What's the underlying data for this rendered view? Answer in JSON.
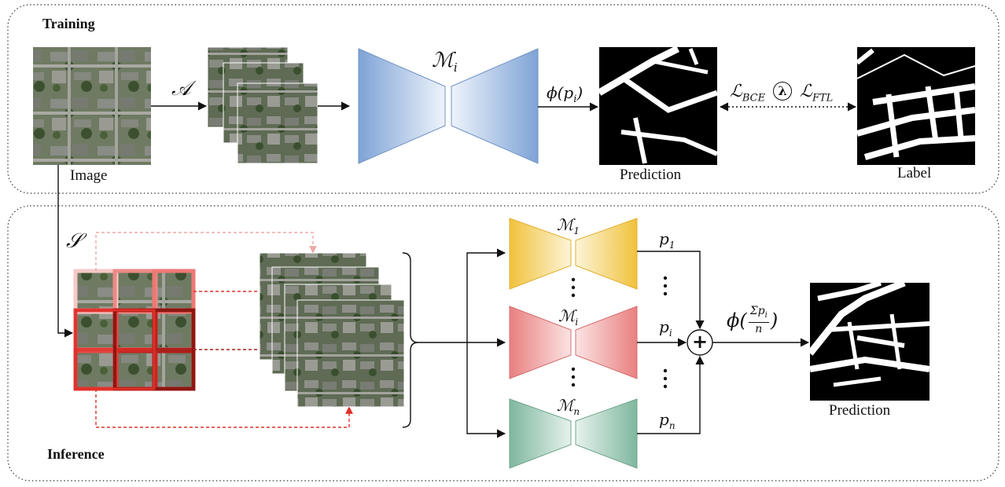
{
  "sections": {
    "training_title": "Training",
    "inference_title": "Inference"
  },
  "labels": {
    "image": "Image",
    "prediction_train": "Prediction",
    "label": "Label",
    "prediction_infer": "Prediction"
  },
  "math": {
    "augment": "𝒜",
    "split": "𝒮",
    "model_train": "ℳ",
    "model_train_sub": "i",
    "phi_train": "ϕ(p",
    "phi_train_sub": "i",
    "phi_train_close": ")",
    "loss_bce": "ℒ",
    "loss_bce_sub": "BCE",
    "lambda": "λ",
    "loss_ftl": "ℒ",
    "loss_ftl_sub": "FTL",
    "model_1": "ℳ",
    "model_1_sub": "1",
    "model_i": "ℳ",
    "model_i_sub": "i",
    "model_n": "ℳ",
    "model_n_sub": "n",
    "p_1": "p",
    "p_1_sub": "1",
    "p_i": "p",
    "p_i_sub": "i",
    "p_n": "p",
    "p_n_sub": "n",
    "sum_symbol": "+",
    "phi_infer_prefix": "ϕ(",
    "phi_infer_num": "Σp",
    "phi_infer_num_sub": "i",
    "phi_infer_den": "n",
    "phi_infer_suffix": ")"
  },
  "colors": {
    "model_train": "#7ea3d6",
    "model_1": "#f0c23c",
    "model_i": "#e98080",
    "model_n": "#7fb79f",
    "red": "#e0302a",
    "red_light": "#f0a5a0"
  }
}
